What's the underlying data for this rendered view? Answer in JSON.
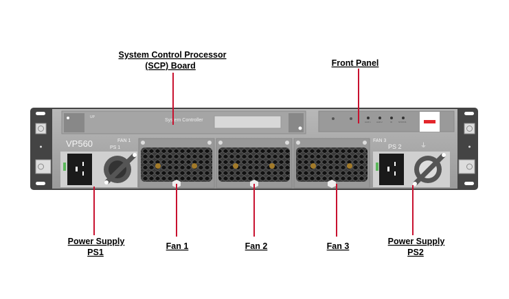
{
  "labels": {
    "scp_line1": "System Control Processor",
    "scp_line2": "(SCP) Board",
    "front_panel": "Front Panel",
    "ps1_line1": "Power Supply",
    "ps1_line2": "PS1",
    "fan1": "Fan 1",
    "fan2": "Fan 2",
    "fan3": "Fan 3",
    "ps2_line1": "Power Supply",
    "ps2_line2": "PS2"
  },
  "chassis": {
    "model": "VP560",
    "scp_text": "System Controller",
    "scp_up": "UP",
    "fan1_label": "FAN 1",
    "ps1_label": "PS 1",
    "fan3_label": "FAN 3",
    "ps2_label": "PS 2",
    "leds": [
      "ALM 1",
      "ALM 2",
      "ID",
      "STATUS"
    ]
  },
  "colors": {
    "callout": "#c8102e",
    "brand_badge": "#e3262b"
  }
}
